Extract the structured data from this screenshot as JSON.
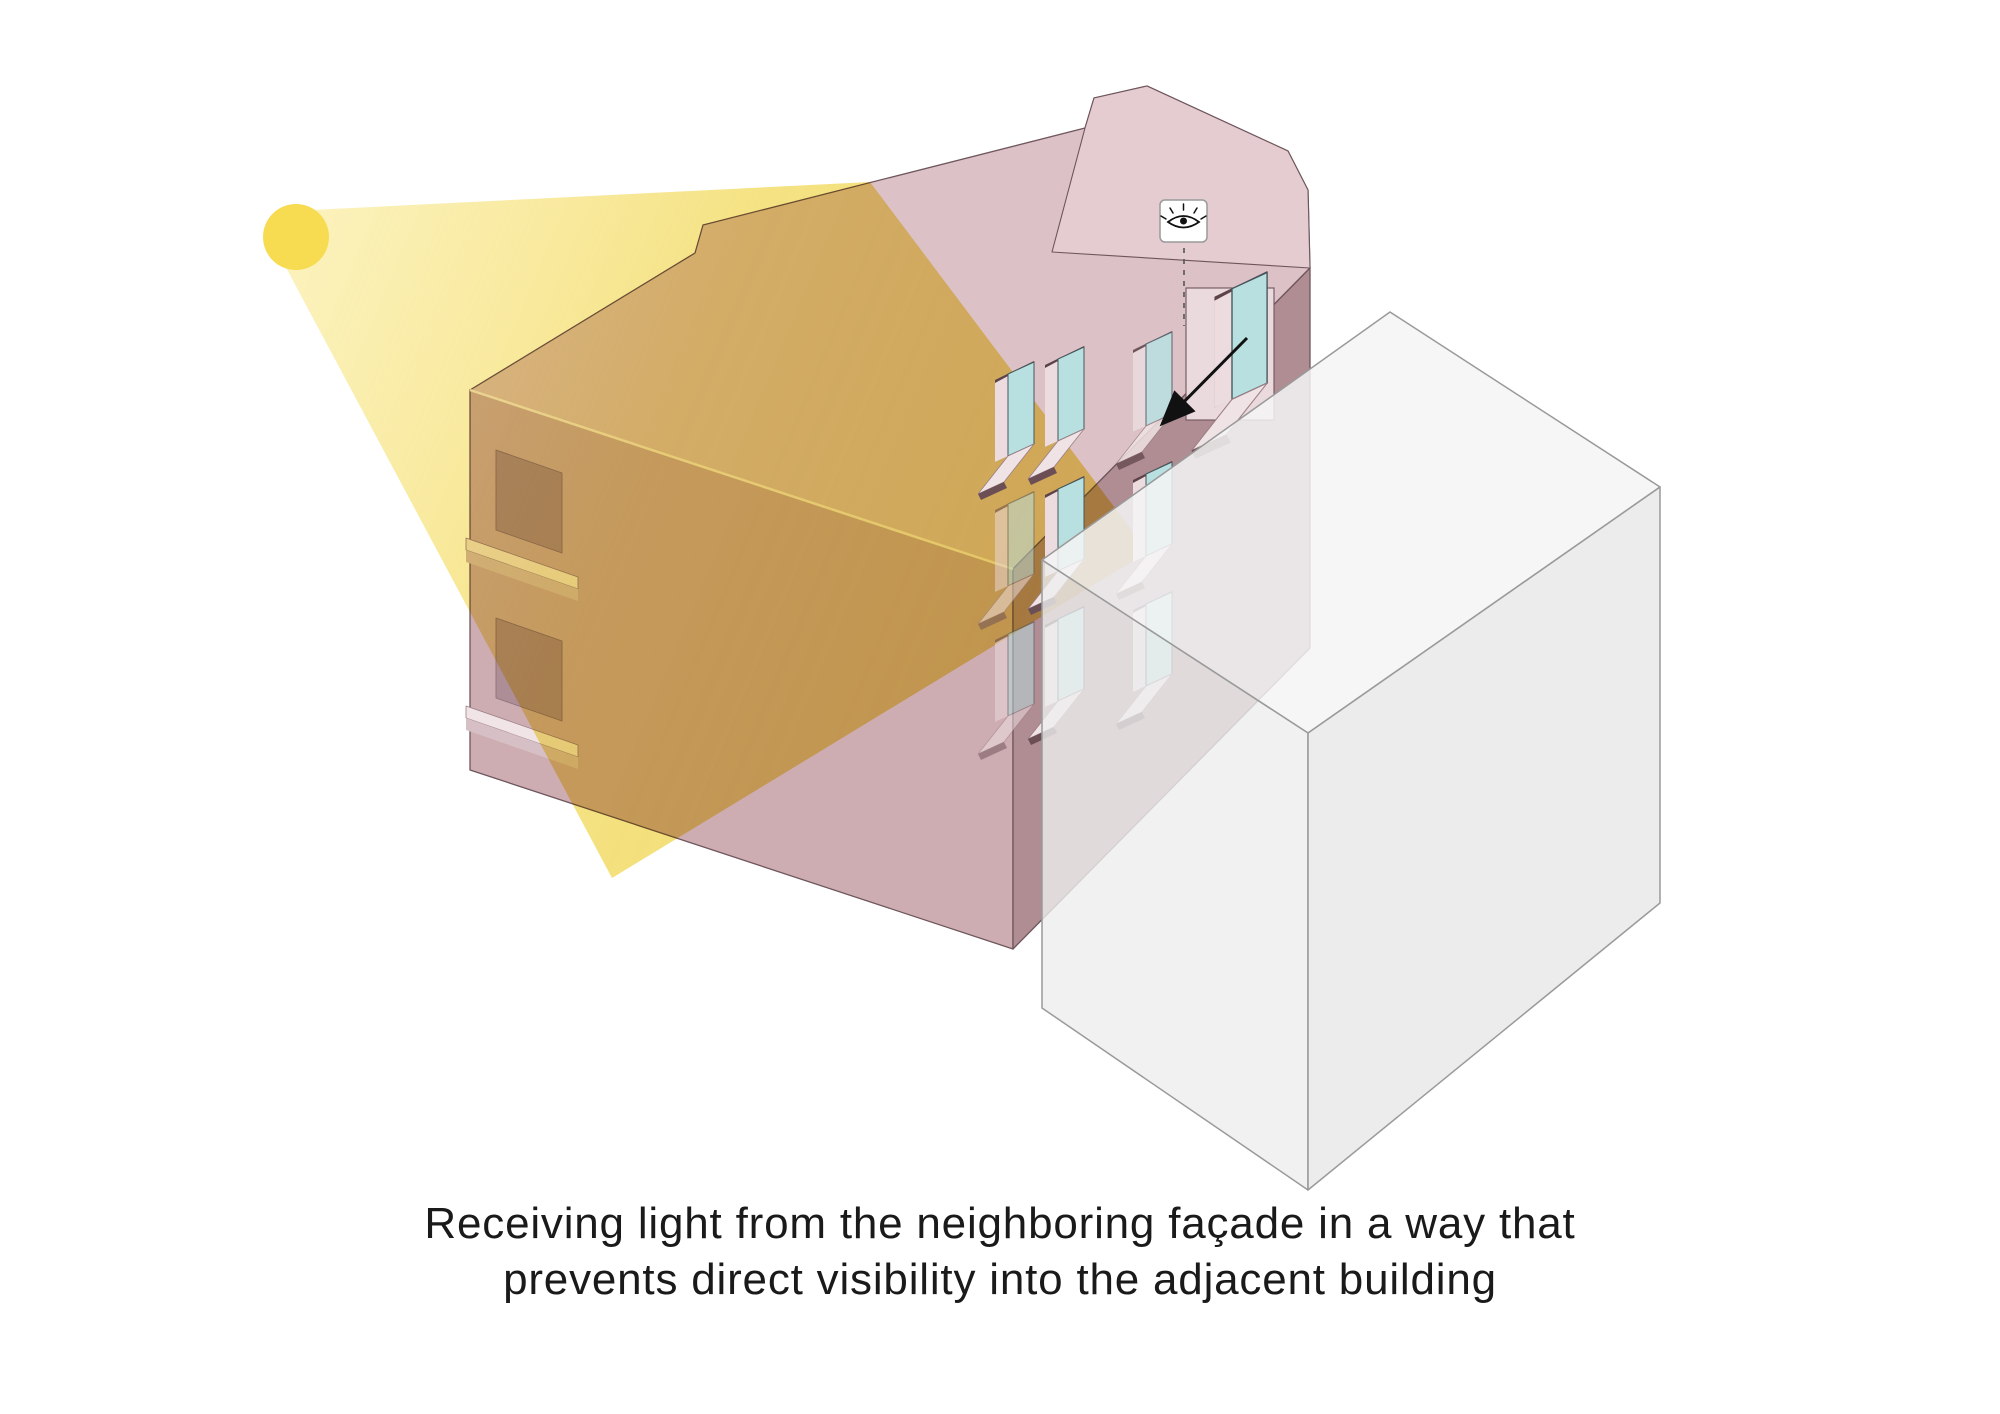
{
  "caption": {
    "line1": "Receiving light from the neighboring façade in a way that",
    "line2": "prevents direct visibility into the adjacent building"
  },
  "icons": {
    "sun": "sun-icon",
    "eye": "eye-icon",
    "view_arrow": "view-direction-arrow-icon",
    "sight_line": "dashed-sight-line"
  },
  "colors": {
    "sun": "#F7DC52",
    "beam_near": "#F8E478",
    "beam_far": "#EED656",
    "roof": "#DCC2C7",
    "roof_top_cap": "#E4CCD1",
    "left_facade": "#CDADB2",
    "right_facade": "#B08C93",
    "window_glass": "#B9E0E1",
    "window_recess": "#5C434A",
    "window_reveal": "#F0E3E5",
    "facade_window_recess": "#AE8E96",
    "balcony_slab": "#F0E4E6",
    "balcony_slab_front": "#D7C0C5",
    "adjacent_box_top": "#F4F4F4",
    "adjacent_box_left": "#EDEDED",
    "adjacent_box_right": "#E7E7E7",
    "outline": "#6E565C",
    "text": "#1A1A1A"
  }
}
